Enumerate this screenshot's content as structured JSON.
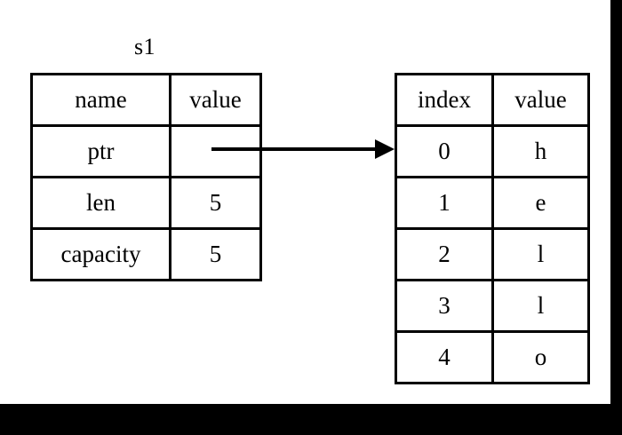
{
  "diagram": {
    "title": "s1",
    "background_color": "#ffffff",
    "line_color": "#000000",
    "chrome_bar_color": "#000000"
  },
  "struct_table": {
    "caption": "s1",
    "headers": {
      "name": "name",
      "value": "value"
    },
    "rows": [
      {
        "name": "ptr",
        "value": ""
      },
      {
        "name": "len",
        "value": "5"
      },
      {
        "name": "capacity",
        "value": "5"
      }
    ]
  },
  "buffer_table": {
    "headers": {
      "index": "index",
      "value": "value"
    },
    "rows": [
      {
        "index": "0",
        "value": "h"
      },
      {
        "index": "1",
        "value": "e"
      },
      {
        "index": "2",
        "value": "l"
      },
      {
        "index": "3",
        "value": "l"
      },
      {
        "index": "4",
        "value": "o"
      }
    ]
  },
  "pointer": {
    "label": "pointer-arrow",
    "from": "struct_table.rows.0.value",
    "to": "buffer_table.rows.0.index"
  }
}
